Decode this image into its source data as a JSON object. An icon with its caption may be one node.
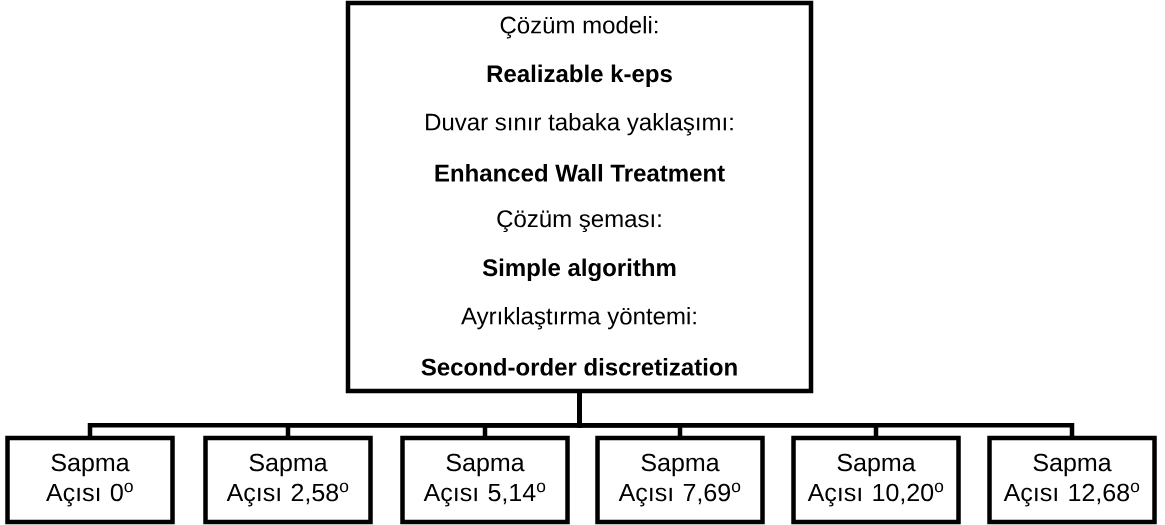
{
  "diagram": {
    "nodes": [
      {
        "text": [
          "Çözüm modeli:",
          "Realizable k-eps",
          "Duvar sınır tabaka yaklaşımı:",
          "Enhanced Wall Treatment",
          "Çözüm şeması:",
          "Simple algorithm",
          "Ayrıklaştırma yöntemi:",
          "Second-order discretization"
        ]
      },
      {
        "text": [
          "Sapma Açısı 0$^{o}$"
        ]
      },
      {
        "text": [
          "Sapma Açısı 2,58$^{o}$"
        ]
      },
      {
        "text": [
          "Sapma Açısı 5,14$^{o}$"
        ]
      },
      {
        "text": [
          "Sapma Açısı 7,69$^{o}$"
        ]
      },
      {
        "text": [
          "Sapma Açısı 10,20$^{o}$"
        ]
      },
      {
        "text": [
          "Sapma Açısı 12,68$^{o}$"
        ]
      }
    ],
    "edges": [
      {
        "from": 0,
        "to": 1,
        "arrow": "none"
      },
      {
        "from": 0,
        "to": 2,
        "arrow": "none"
      },
      {
        "from": 0,
        "to": 3,
        "arrow": "none"
      },
      {
        "from": 0,
        "to": 4,
        "arrow": "none"
      },
      {
        "from": 0,
        "to": 5,
        "arrow": "none"
      },
      {
        "from": 0,
        "to": 6,
        "arrow": "none"
      }
    ]
  }
}
